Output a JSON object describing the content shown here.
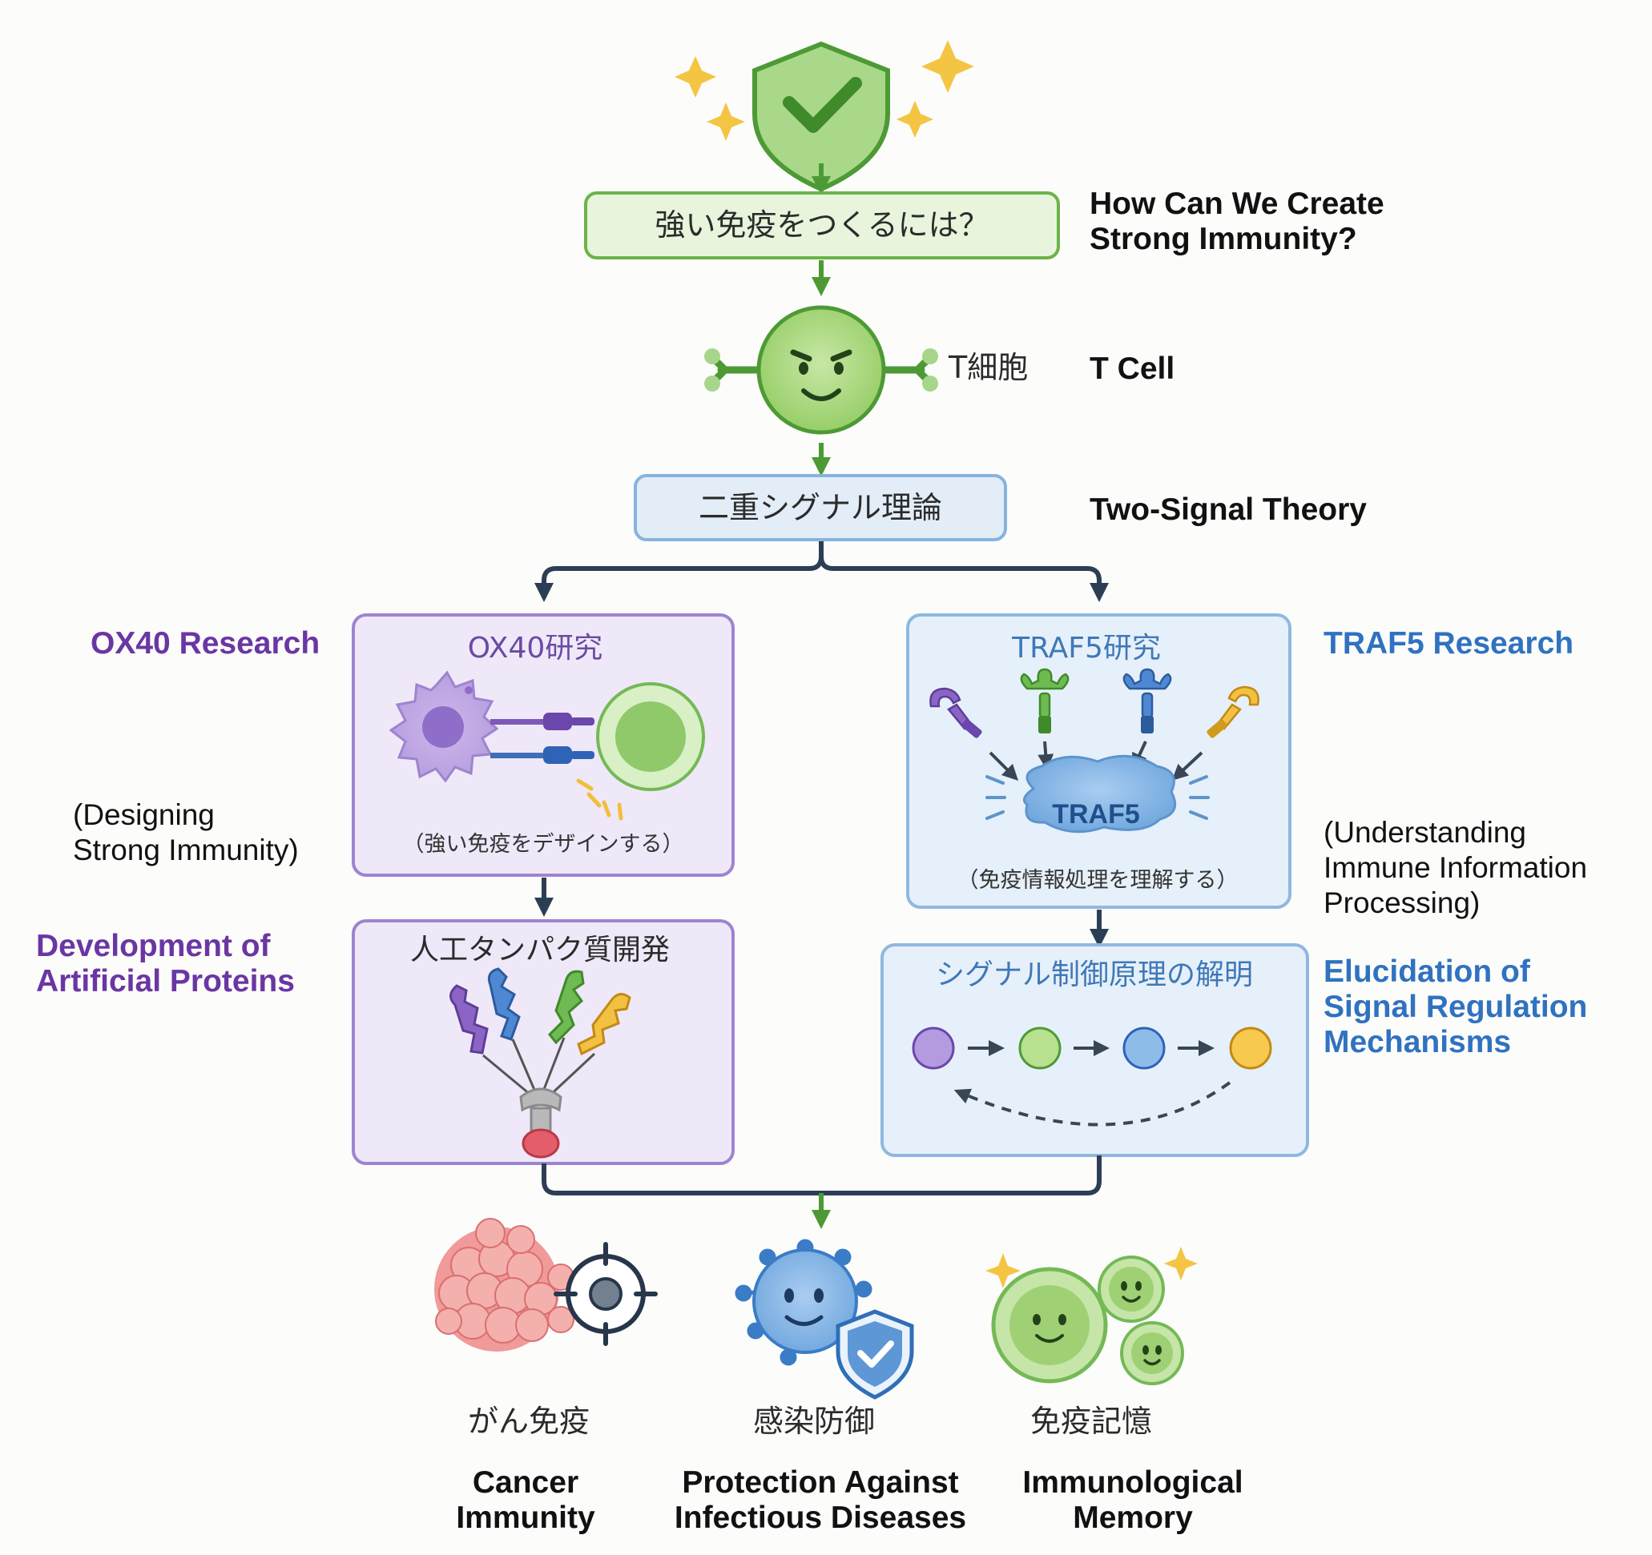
{
  "question": {
    "jp": "強い免疫をつくるには？",
    "en": "How Can We Create\nStrong Immunity?"
  },
  "tcell": {
    "jp": "T細胞",
    "en": "T Cell"
  },
  "theory": {
    "jp": "二重シグナル理論",
    "en": "Two-Signal Theory"
  },
  "ox40": {
    "title_jp": "OX40研究",
    "title_en": "OX40 Research",
    "caption_jp": "（強い免疫をデザインする）",
    "caption_en": "(Designing\nStrong Immunity)"
  },
  "traf5": {
    "title_jp": "TRAF5研究",
    "title_en": "TRAF5 Research",
    "center_label": "TRAF5",
    "caption_jp": "（免疫情報処理を理解する）",
    "caption_en": "(Understanding\nImmune Information\nProcessing)"
  },
  "protein": {
    "jp": "人工タンパク質開発",
    "en": "Development of\nArtificial Proteins"
  },
  "signal": {
    "jp": "シグナル制御原理の解明",
    "en": "Elucidation of\nSignal Regulation\nMechanisms"
  },
  "outcomes": [
    {
      "jp": "がん免疫",
      "en": "Cancer\nImmunity"
    },
    {
      "jp": "感染防御",
      "en": "Protection Against\nInfectious Diseases"
    },
    {
      "jp": "免疫記憶",
      "en": "Immunological\nMemory"
    }
  ],
  "colors": {
    "green": "#5fa83c",
    "green_fill": "#e7f3da",
    "blue_fill": "#e6f0fa",
    "blue_border": "#8fb8e0",
    "purple_fill": "#efe8f8",
    "purple_border": "#9d84cf",
    "navy": "#2c3e55",
    "gold": "#f2bf3a"
  },
  "icons": [
    "shield-check-icon",
    "sparkle-icon",
    "t-cell-icon",
    "receptor-icon",
    "target-icon",
    "virus-icon",
    "memory-cell-icon"
  ]
}
